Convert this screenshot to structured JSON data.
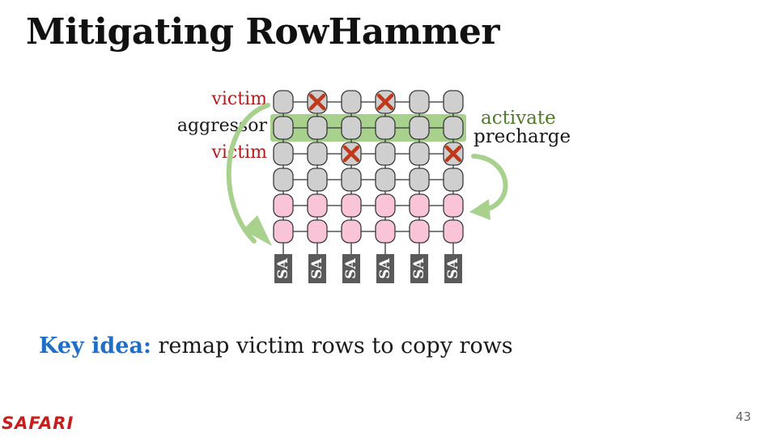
{
  "slide": {
    "title": "Mitigating RowHammer",
    "page_number": "43",
    "logo_text": "SAFARI"
  },
  "diagram": {
    "row_labels": {
      "victim_top": "victim",
      "aggressor": "aggressor",
      "victim_bottom": "victim"
    },
    "action_labels": {
      "activate": "activate",
      "precharge": "precharge"
    },
    "sense_amp_label": "SA",
    "grid": {
      "columns": 6,
      "gray_rows": 4,
      "pink_rows": 2,
      "aggressor_row": 1,
      "flipped_cells": [
        [
          0,
          1
        ],
        [
          0,
          3
        ],
        [
          2,
          2
        ],
        [
          2,
          5
        ]
      ]
    },
    "colors": {
      "gray_cell": "#cfcfcf",
      "pink_cell": "#f9c3d8",
      "highlight": "#a9d18e",
      "sense_amp": "#5a5a5a",
      "x_mark": "#c0391b",
      "arrow": "#a9d18e"
    }
  },
  "key_idea": {
    "label": "Key idea:",
    "text": " remap victim rows to copy rows"
  }
}
